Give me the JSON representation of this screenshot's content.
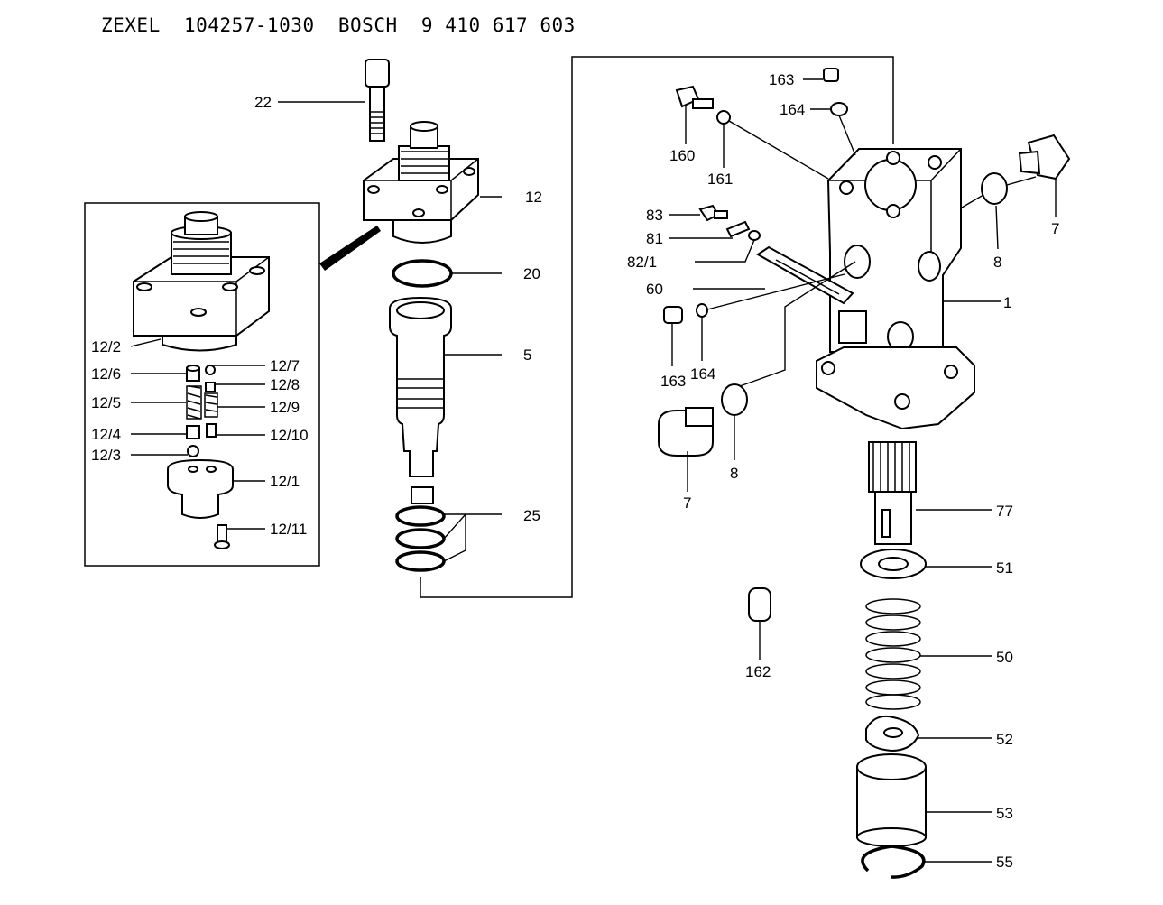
{
  "header": {
    "maker1": "ZEXEL",
    "part1": "104257-1030",
    "maker2": "BOSCH",
    "part2": "9 410 617 603"
  },
  "callouts": {
    "c22": "22",
    "c12": "12",
    "c20": "20",
    "c5": "5",
    "c25": "25",
    "c12_2": "12/2",
    "c12_6": "12/6",
    "c12_5": "12/5",
    "c12_4": "12/4",
    "c12_3": "12/3",
    "c12_7": "12/7",
    "c12_8": "12/8",
    "c12_9": "12/9",
    "c12_10": "12/10",
    "c12_1": "12/1",
    "c12_11": "12/11",
    "c163a": "163",
    "c164a": "164",
    "c160": "160",
    "c161": "161",
    "c7a": "7",
    "c8a": "8",
    "c83": "83",
    "c81": "81",
    "c82_1": "82/1",
    "c60": "60",
    "c1": "1",
    "c163b": "163",
    "c164b": "164",
    "c7b": "7",
    "c8b": "8",
    "c77": "77",
    "c51": "51",
    "c50": "50",
    "c52": "52",
    "c53": "53",
    "c55": "55",
    "c162": "162"
  }
}
